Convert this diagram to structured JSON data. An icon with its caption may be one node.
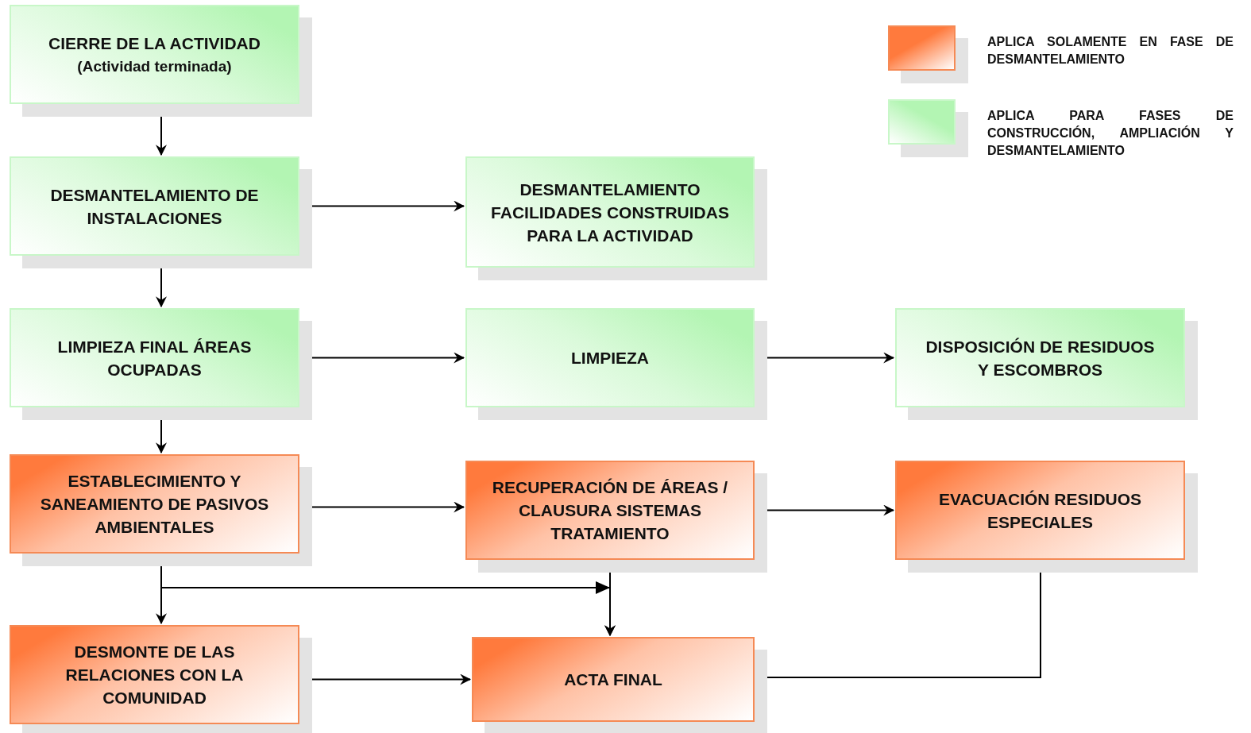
{
  "diagram": {
    "nodes": [
      {
        "text": [
          "CIERRE DE LA ACTIVIDAD",
          "(Actividad terminada)"
        ]
      },
      {
        "text": [
          "DESMANTELAMIENTO DE INSTALACIONES"
        ]
      },
      {
        "text": [
          "DESMANTELAMIENTO FACILIDADES CONSTRUIDAS PARA LA ACTIVIDAD"
        ]
      },
      {
        "text": [
          "LIMPIEZA FINAL ÁREAS OCUPADAS"
        ]
      },
      {
        "text": [
          "LIMPIEZA"
        ]
      },
      {
        "text": [
          "DISPOSICIÓN DE RESIDUOS Y ESCOMBROS"
        ]
      },
      {
        "text": [
          "ESTABLECIMIENTO Y SANEAMIENTO DE PASIVOS AMBIENTALES"
        ]
      },
      {
        "text": [
          "RECUPERACIÓN DE ÁREAS / CLAUSURA SISTEMAS TRATAMIENTO"
        ]
      },
      {
        "text": [
          "EVACUACIÓN RESIDUOS ESPECIALES"
        ]
      },
      {
        "text": [
          "DESMONTE DE LAS RELACIONES CON LA COMUNIDAD"
        ]
      },
      {
        "text": [
          "ACTA FINAL"
        ]
      }
    ],
    "edges": [
      {
        "from": 0,
        "to": 1,
        "arrow": "to"
      },
      {
        "from": 1,
        "to": 2,
        "arrow": "to"
      },
      {
        "from": 1,
        "to": 3,
        "arrow": "to"
      },
      {
        "from": 3,
        "to": 4,
        "arrow": "to"
      },
      {
        "from": 4,
        "to": 5,
        "arrow": "to"
      },
      {
        "from": 3,
        "to": 6,
        "arrow": "to"
      },
      {
        "from": 6,
        "to": 7,
        "arrow": "to"
      },
      {
        "from": 7,
        "to": 8,
        "arrow": "to"
      },
      {
        "from": 6,
        "to": 9,
        "arrow": "to"
      },
      {
        "from": 6,
        "to": 10,
        "arrow": "to"
      },
      {
        "from": 7,
        "to": 10,
        "arrow": "to"
      },
      {
        "from": 9,
        "to": 10,
        "arrow": "to"
      },
      {
        "from": 8,
        "to": 10,
        "arrow": "to"
      }
    ],
    "legend": [
      {
        "text": "APLICA SOLAMENTE EN FASE DE DESMANTELAMIENTO",
        "color": "#ff7a3d"
      },
      {
        "text": "APLICA PARA FASES DE CONSTRUCCIÓN, AMPLIACIÓN Y DESMANTELAMIENTO",
        "color": "#b3f5b3"
      }
    ]
  }
}
